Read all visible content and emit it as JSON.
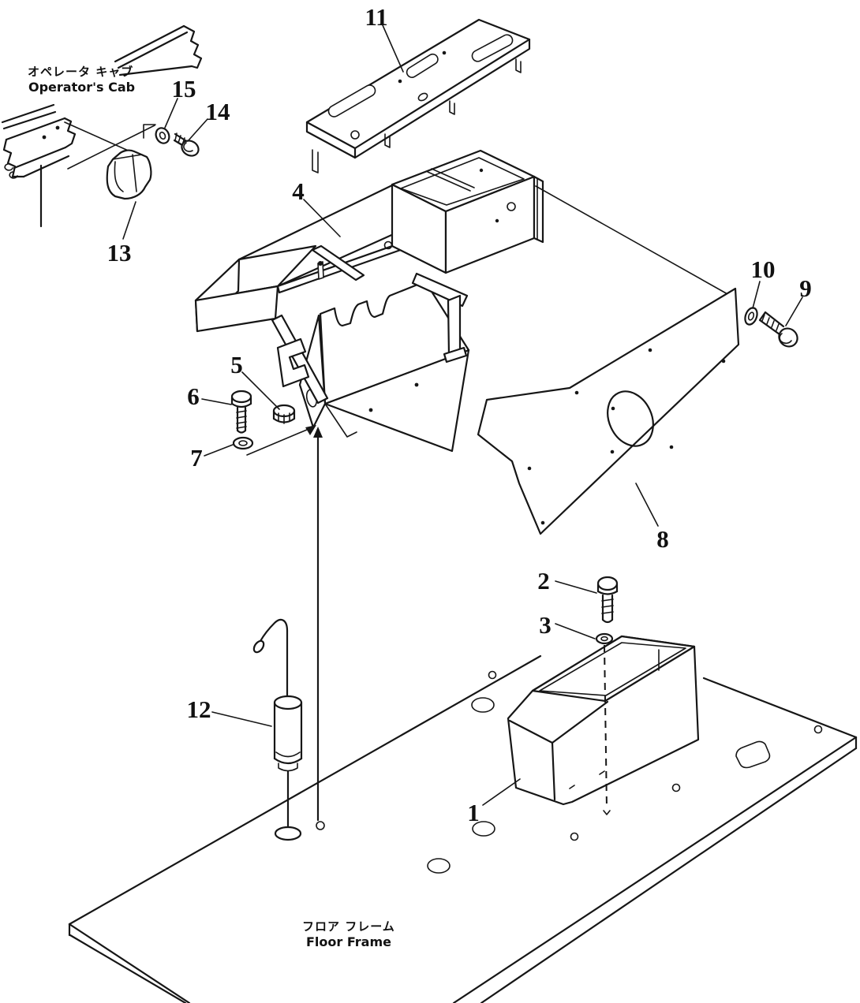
{
  "diagram": {
    "type": "exploded-parts-diagram",
    "labels": {
      "operators_cab_jp": "オペレータ キャブ",
      "operators_cab_en": "Operator's Cab",
      "floor_frame_jp": "フロア フレーム",
      "floor_frame_en": "Floor Frame"
    },
    "callouts": [
      {
        "label": "1",
        "part": "console-housing-box"
      },
      {
        "label": "2",
        "part": "hex-bolt"
      },
      {
        "label": "3",
        "part": "washer"
      },
      {
        "label": "4",
        "part": "console-frame-assembly"
      },
      {
        "label": "5",
        "part": "grommet"
      },
      {
        "label": "6",
        "part": "hex-bolt"
      },
      {
        "label": "7",
        "part": "washer"
      },
      {
        "label": "8",
        "part": "side-cover-plate"
      },
      {
        "label": "9",
        "part": "bolt"
      },
      {
        "label": "10",
        "part": "washer"
      },
      {
        "label": "11",
        "part": "top-cover-panel"
      },
      {
        "label": "12",
        "part": "knob-cable-cylinder"
      },
      {
        "label": "13",
        "part": "pocket"
      },
      {
        "label": "14",
        "part": "bolt"
      },
      {
        "label": "15",
        "part": "washer"
      }
    ],
    "colors": {
      "line": "#161616",
      "background": "#ffffff",
      "frame_border": "#c0c0c0"
    }
  }
}
